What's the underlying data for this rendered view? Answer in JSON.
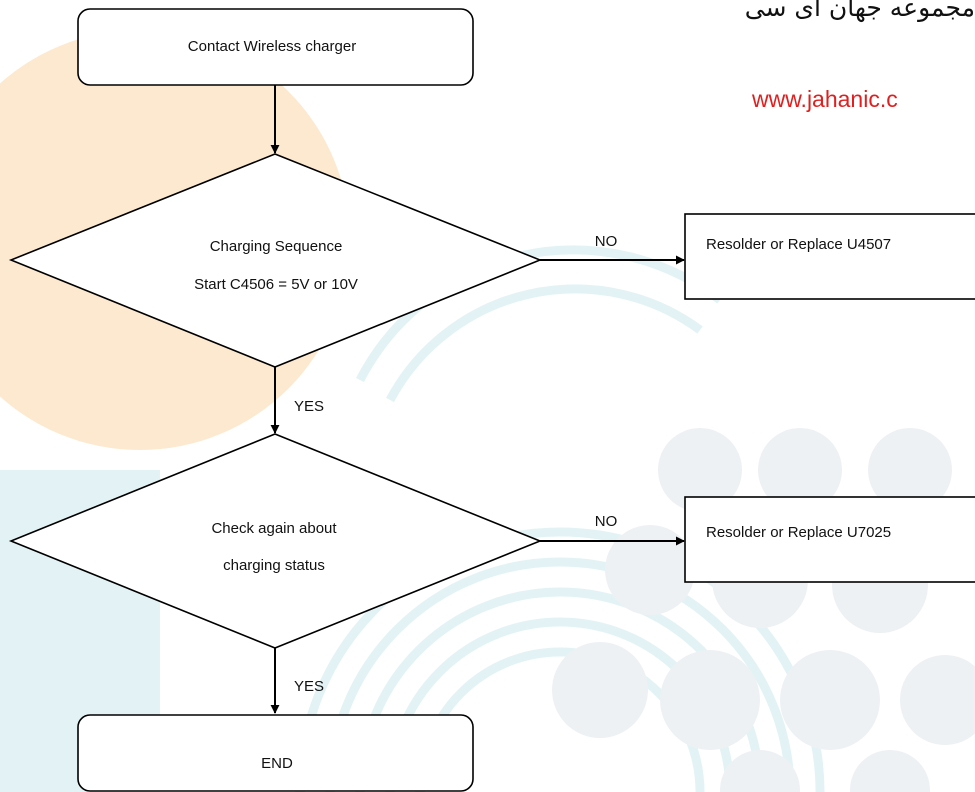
{
  "watermark": {
    "title_fa": "مجموعه جهان آی سی",
    "url": "www.jahanic.c"
  },
  "flowchart": {
    "start": "Contact Wireless charger",
    "decision1": {
      "line1": "Charging Sequence",
      "line2": "Start C4506 = 5V or 10V",
      "no_label": "NO",
      "yes_label": "YES",
      "no_action": "Resolder or Replace U4507"
    },
    "decision2": {
      "line1": "Check again about",
      "line2": "charging status",
      "no_label": "NO",
      "yes_label": "YES",
      "no_action": "Resolder or Replace U7025"
    },
    "end": "END"
  },
  "colors": {
    "line": "#000000",
    "watermark_orange": "#fde9cf",
    "watermark_teal": "#e3f3f5",
    "watermark_circles": "#eef1f4",
    "url_red": "#e02020"
  }
}
